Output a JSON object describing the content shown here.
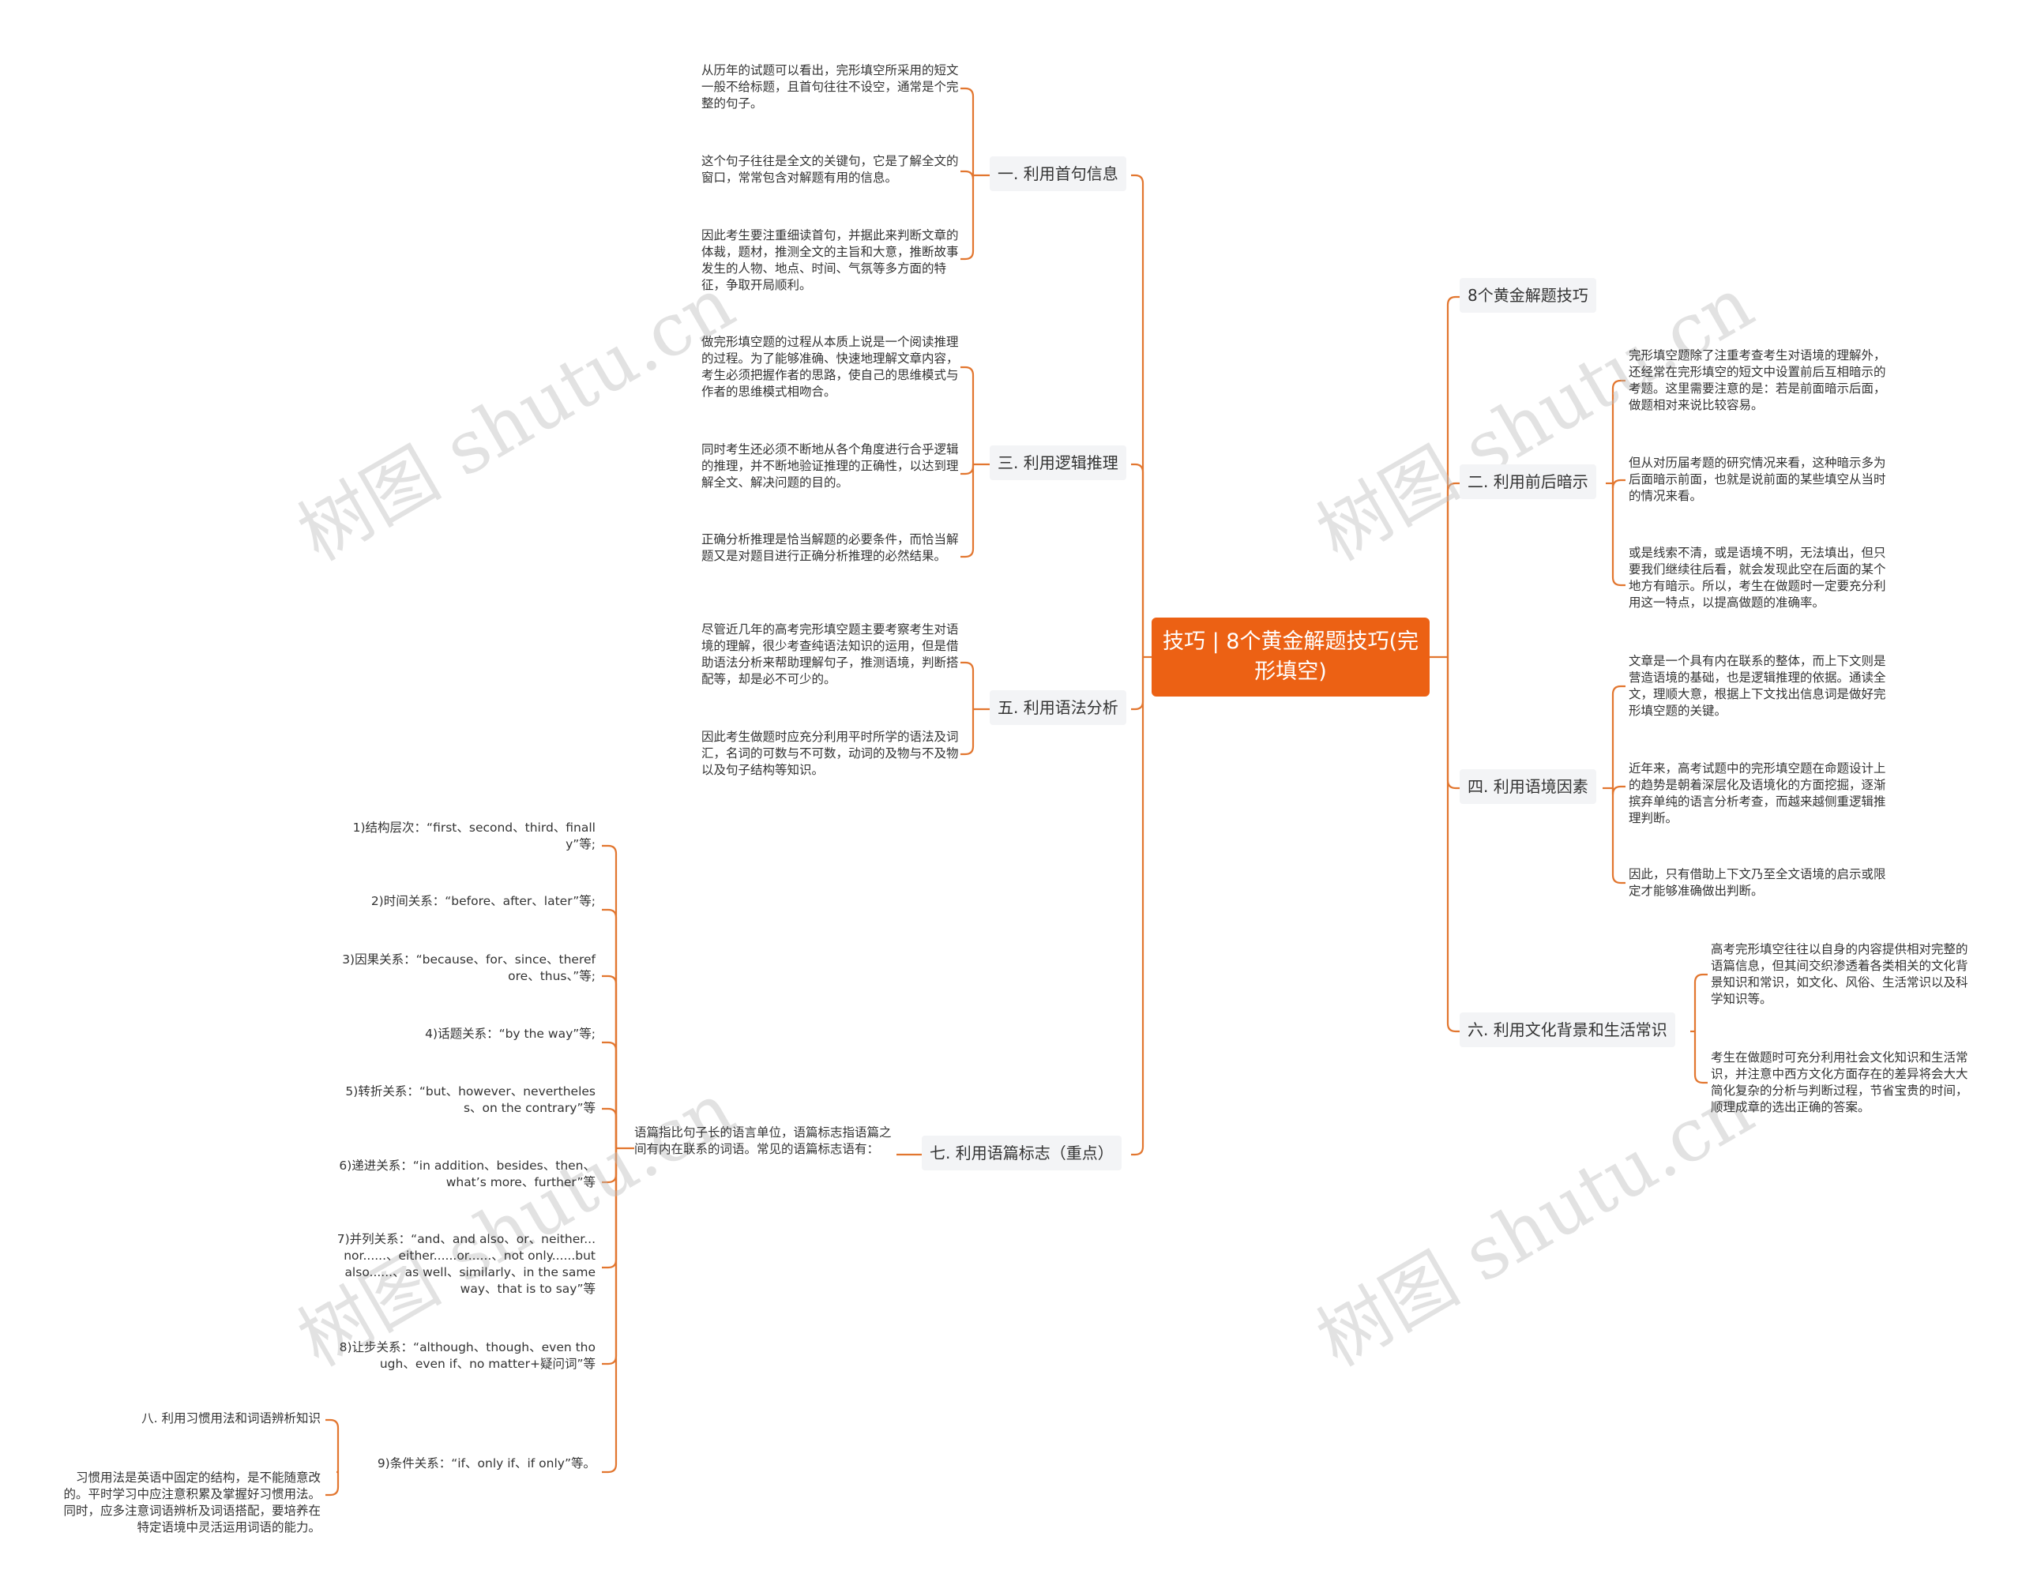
{
  "root": {
    "title": "技巧 | 8个黄金解题技巧(完形填空)"
  },
  "watermark": "树图 shutu.cn",
  "colors": {
    "accent": "#ec6114",
    "line": "#e2762f",
    "branch_bg": "#f3f4f6",
    "text": "#333333"
  },
  "branches": {
    "b1": {
      "label": "一. 利用首句信息",
      "leaves": [
        "从历年的试题可以看出，完形填空所采用的短文一般不给标题，且首句往往不设空，通常是个完整的句子。",
        "这个句子往往是全文的关键句，它是了解全文的窗口，常常包含对解题有用的信息。",
        "因此考生要注重细读首句，并据此来判断文章的体裁，题材，推测全文的主旨和大意，推断故事发生的人物、地点、时间、气氛等多方面的特征，争取开局顺利。"
      ]
    },
    "b3": {
      "label": "三. 利用逻辑推理",
      "leaves": [
        "做完形填空题的过程从本质上说是一个阅读推理的过程。为了能够准确、快速地理解文章内容，考生必须把握作者的思路，使自己的思维模式与作者的思维模式相吻合。",
        "同时考生还必须不断地从各个角度进行合乎逻辑的推理，并不断地验证推理的正确性，以达到理解全文、解决问题的目的。",
        "正确分析推理是恰当解题的必要条件，而恰当解题又是对题目进行正确分析推理的必然结果。"
      ]
    },
    "b5": {
      "label": "五. 利用语法分析",
      "leaves": [
        "尽管近几年的高考完形填空题主要考察考生对语境的理解，很少考查纯语法知识的运用，但是借助语法分析来帮助理解句子，推测语境，判断搭配等，却是必不可少的。",
        "因此考生做题时应充分利用平时所学的语法及词汇，名词的可数与不可数，动词的及物与不及物以及句子结构等知识。"
      ]
    },
    "b7": {
      "label": "七. 利用语篇标志（重点）",
      "intro": "语篇指比句子长的语言单位，语篇标志指语篇之间有内在联系的词语。常见的语篇标志语有：",
      "items": [
        "1)结构层次：“first、second、third、finally”等;",
        "2)时间关系：“before、after、later”等;",
        "3)因果关系：“because、for、since、therefore、thus、”等;",
        "4)话题关系：“by the way”等;",
        "5)转折关系：“but、however、nevertheless、on the contrary”等",
        "6)递进关系：“in addition、besides、then、what’s more、further”等",
        "7)并列关系：“and、and also、or、neither...nor......、either......or......、not only......but also......、as well、similarly、in the same way、that is to say”等",
        "8)让步关系：“although、though、even though、even if、no matter+疑问词”等",
        "9)条件关系：“if、only if、if only”等。"
      ],
      "sub": {
        "label": "八. 利用习惯用法和词语辨析知识",
        "text": "习惯用法是英语中固定的结构，是不能随意改的。平时学习中应注意积累及掌握好习惯用法。同时，应多注意词语辨析及词语搭配，要培养在特定语境中灵活运用词语的能力。"
      }
    },
    "b8": {
      "label": "8个黄金解题技巧"
    },
    "b2": {
      "label": "二. 利用前后暗示",
      "leaves": [
        "完形填空题除了注重考查考生对语境的理解外，还经常在完形填空的短文中设置前后互相暗示的考题。这里需要注意的是：若是前面暗示后面，做题相对来说比较容易。",
        "但从对历届考题的研究情况来看，这种暗示多为后面暗示前面，也就是说前面的某些填空从当时的情况来看。",
        "或是线索不清，或是语境不明，无法填出，但只要我们继续往后看，就会发现此空在后面的某个地方有暗示。所以，考生在做题时一定要充分利用这一特点，以提高做题的准确率。"
      ]
    },
    "b4": {
      "label": "四. 利用语境因素",
      "leaves": [
        "文章是一个具有内在联系的整体，而上下文则是营造语境的基础，也是逻辑推理的依据。通读全文，理顺大意，根据上下文找出信息词是做好完形填空题的关键。",
        "近年来，高考试题中的完形填空题在命题设计上的趋势是朝着深层化及语境化的方面挖掘，逐渐摈弃单纯的语言分析考查，而越来越侧重逻辑推理判断。",
        "因此，只有借助上下文乃至全文语境的启示或限定才能够准确做出判断。"
      ]
    },
    "b6": {
      "label": "六. 利用文化背景和生活常识",
      "leaves": [
        "高考完形填空往往以自身的内容提供相对完整的语篇信息，但其间交织渗透着各类相关的文化背景知识和常识，如文化、风俗、生活常识以及科学知识等。",
        "考生在做题时可充分利用社会文化知识和生活常识，并注意中西方文化方面存在的差异将会大大简化复杂的分析与判断过程，节省宝贵的时间，顺理成章的选出正确的答案。"
      ]
    }
  }
}
